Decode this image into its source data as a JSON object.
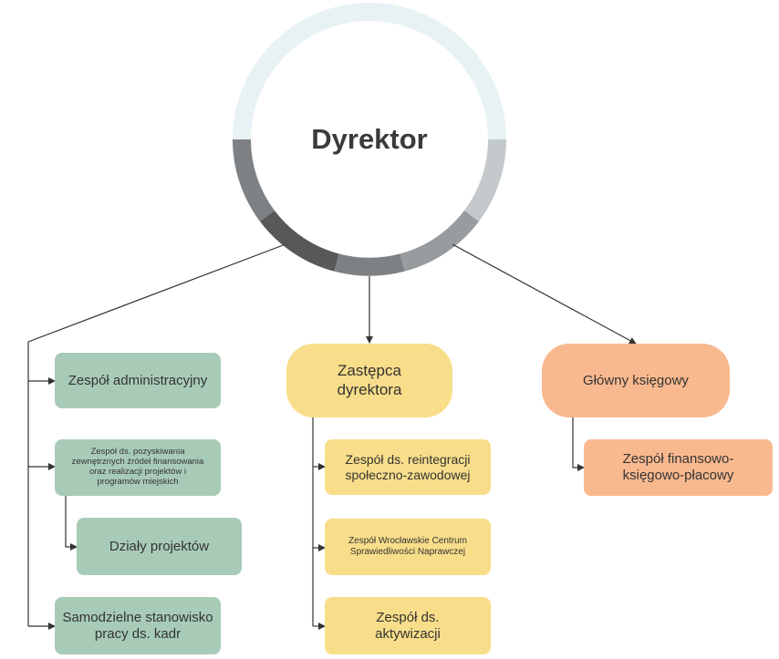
{
  "director": {
    "label": "Dyrektor",
    "ring_colors": [
      "#e8f2f4",
      "#c4c9cb",
      "#999c9e",
      "#7e8184",
      "#58585a",
      "#7e8184"
    ]
  },
  "left_column": {
    "administrative_team": "Zespół administracyjny",
    "external_funding_team": "Zespół ds. pozyskiwania zewnętrznych źródeł finansowania oraz realizacji projektów i programów miejskich",
    "project_departments": "Działy projektów",
    "hr_position": "Samodzielne stanowisko pracy ds. kadr"
  },
  "center_column": {
    "deputy_director": "Zastępca dyrektora",
    "reintegration_team": "Zespół ds. reintegracji społeczno-zawodowej",
    "restorative_justice_team": "Zespół Wrocławskie Centrum Sprawiedliwości Naprawczej",
    "activation_team": "Zespół ds. aktywizacji"
  },
  "right_column": {
    "chief_accountant": "Główny księgowy",
    "finance_team": "Zespół finansowo-księgowo-płacowy"
  },
  "colors": {
    "green": "#a8cbb8",
    "yellow": "#f8de8a",
    "peach": "#f9b98f",
    "connector": "#333333"
  }
}
